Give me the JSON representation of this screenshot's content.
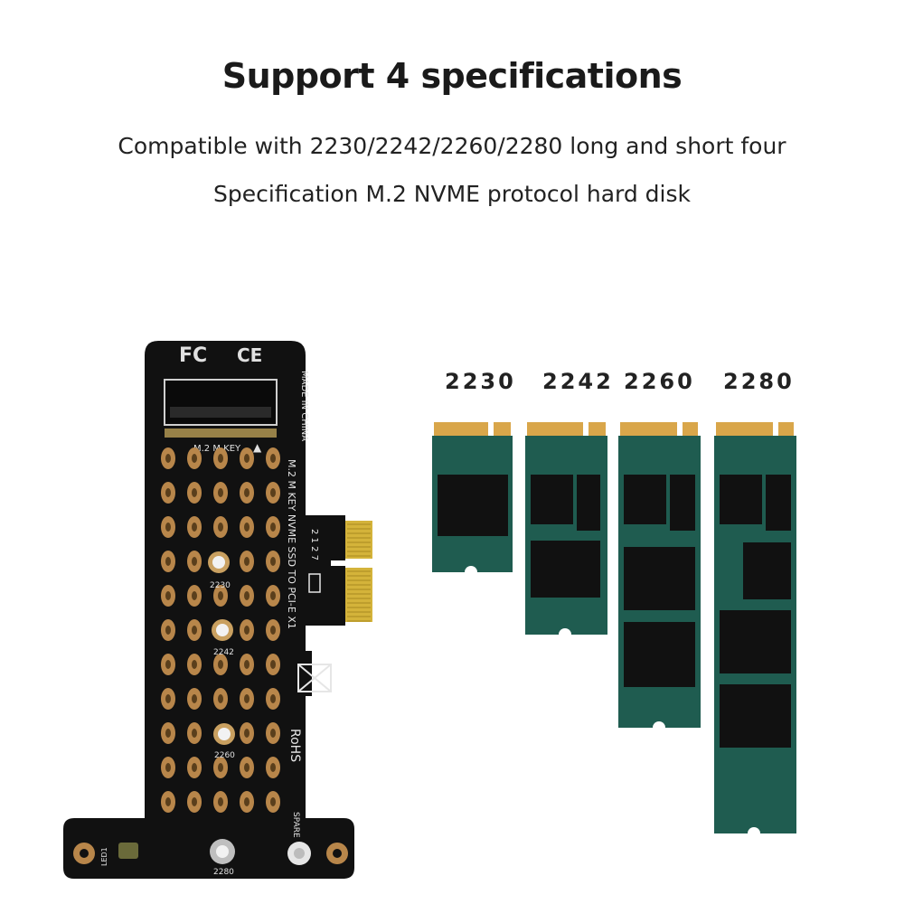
{
  "header": {
    "title": "Support 4 specifications",
    "subtitle_line1": "Compatible with 2230/2242/2260/2280 long and short four",
    "subtitle_line2": "Specification M.2 NVME protocol hard disk"
  },
  "ssd_sizes": [
    "2230",
    "2242",
    "2260",
    "2280"
  ],
  "card": {
    "slot_label": "M.2 M KEY",
    "side_text": "M.2 M KEY NVME SSD TO PCI-E X1",
    "made_in": "MADE IN CHINA",
    "rohs": "RoHS",
    "spare": "SPARE",
    "led": "LED1",
    "hole_labels": [
      "2230",
      "2242",
      "2260",
      "2280"
    ],
    "date_code": "2 1 2 7"
  },
  "colors": {
    "pcb": "#111111",
    "ssd_green": "#1f5c50",
    "chip": "#111111",
    "gold": "#d9a64a",
    "pad": "#b8864a"
  }
}
